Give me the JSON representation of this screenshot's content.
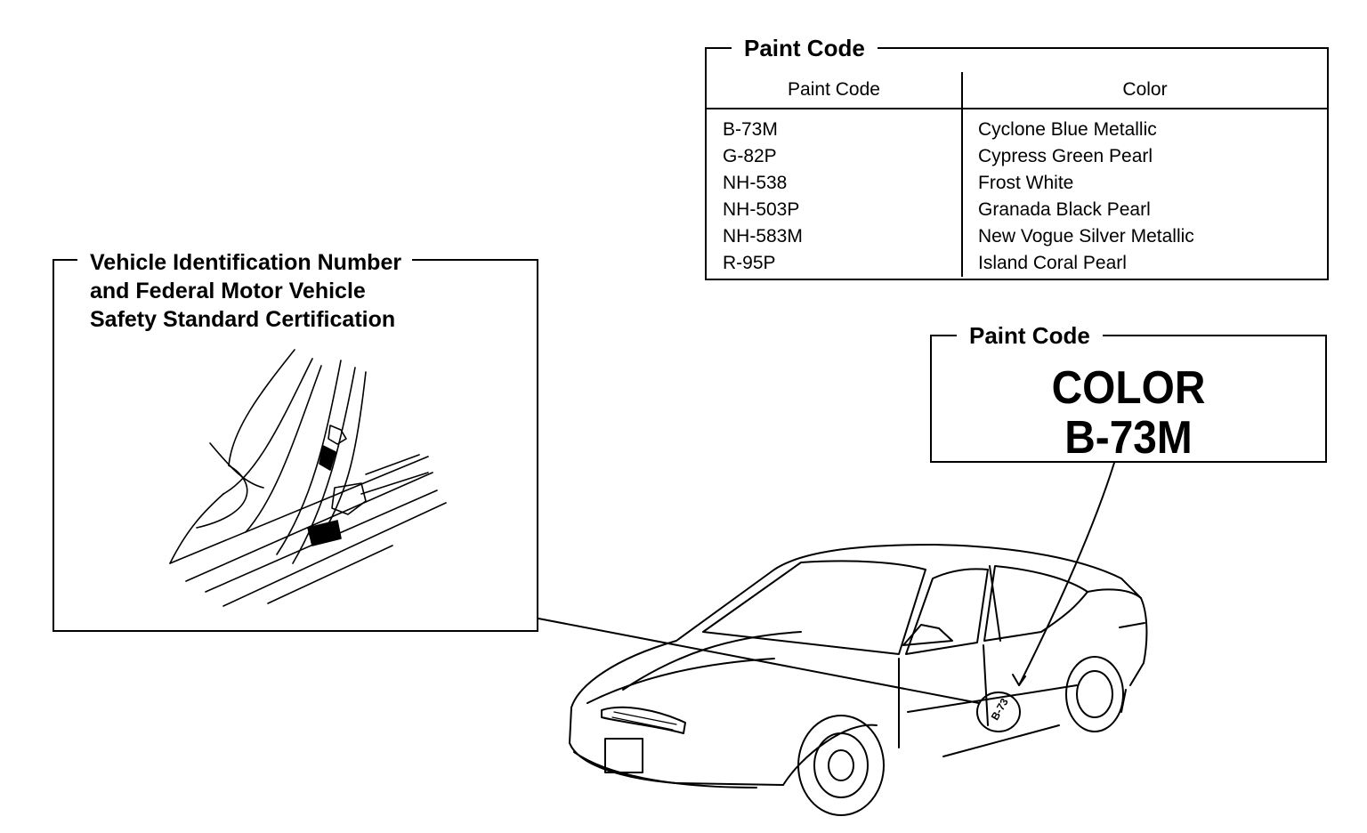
{
  "paint_table": {
    "title": "Paint Code",
    "headers": [
      "Paint Code",
      "Color"
    ],
    "rows": [
      {
        "code": "B-73M",
        "color": "Cyclone Blue Metallic"
      },
      {
        "code": "G-82P",
        "color": "Cypress Green Pearl"
      },
      {
        "code": "NH-538",
        "color": "Frost White"
      },
      {
        "code": "NH-503P",
        "color": "Granada Black Pearl"
      },
      {
        "code": "NH-583M",
        "color": "New Vogue Silver Metallic"
      },
      {
        "code": "R-95P",
        "color": "Island Coral Pearl"
      }
    ]
  },
  "vin_box": {
    "title_line1": "Vehicle Identification Number",
    "title_line2": "and Federal Motor Vehicle",
    "title_line3": "Safety Standard Certification"
  },
  "paint_label": {
    "title": "Paint Code",
    "line1": "COLOR",
    "line2": "B-73M"
  },
  "car_callout": {
    "label": "B-73"
  }
}
